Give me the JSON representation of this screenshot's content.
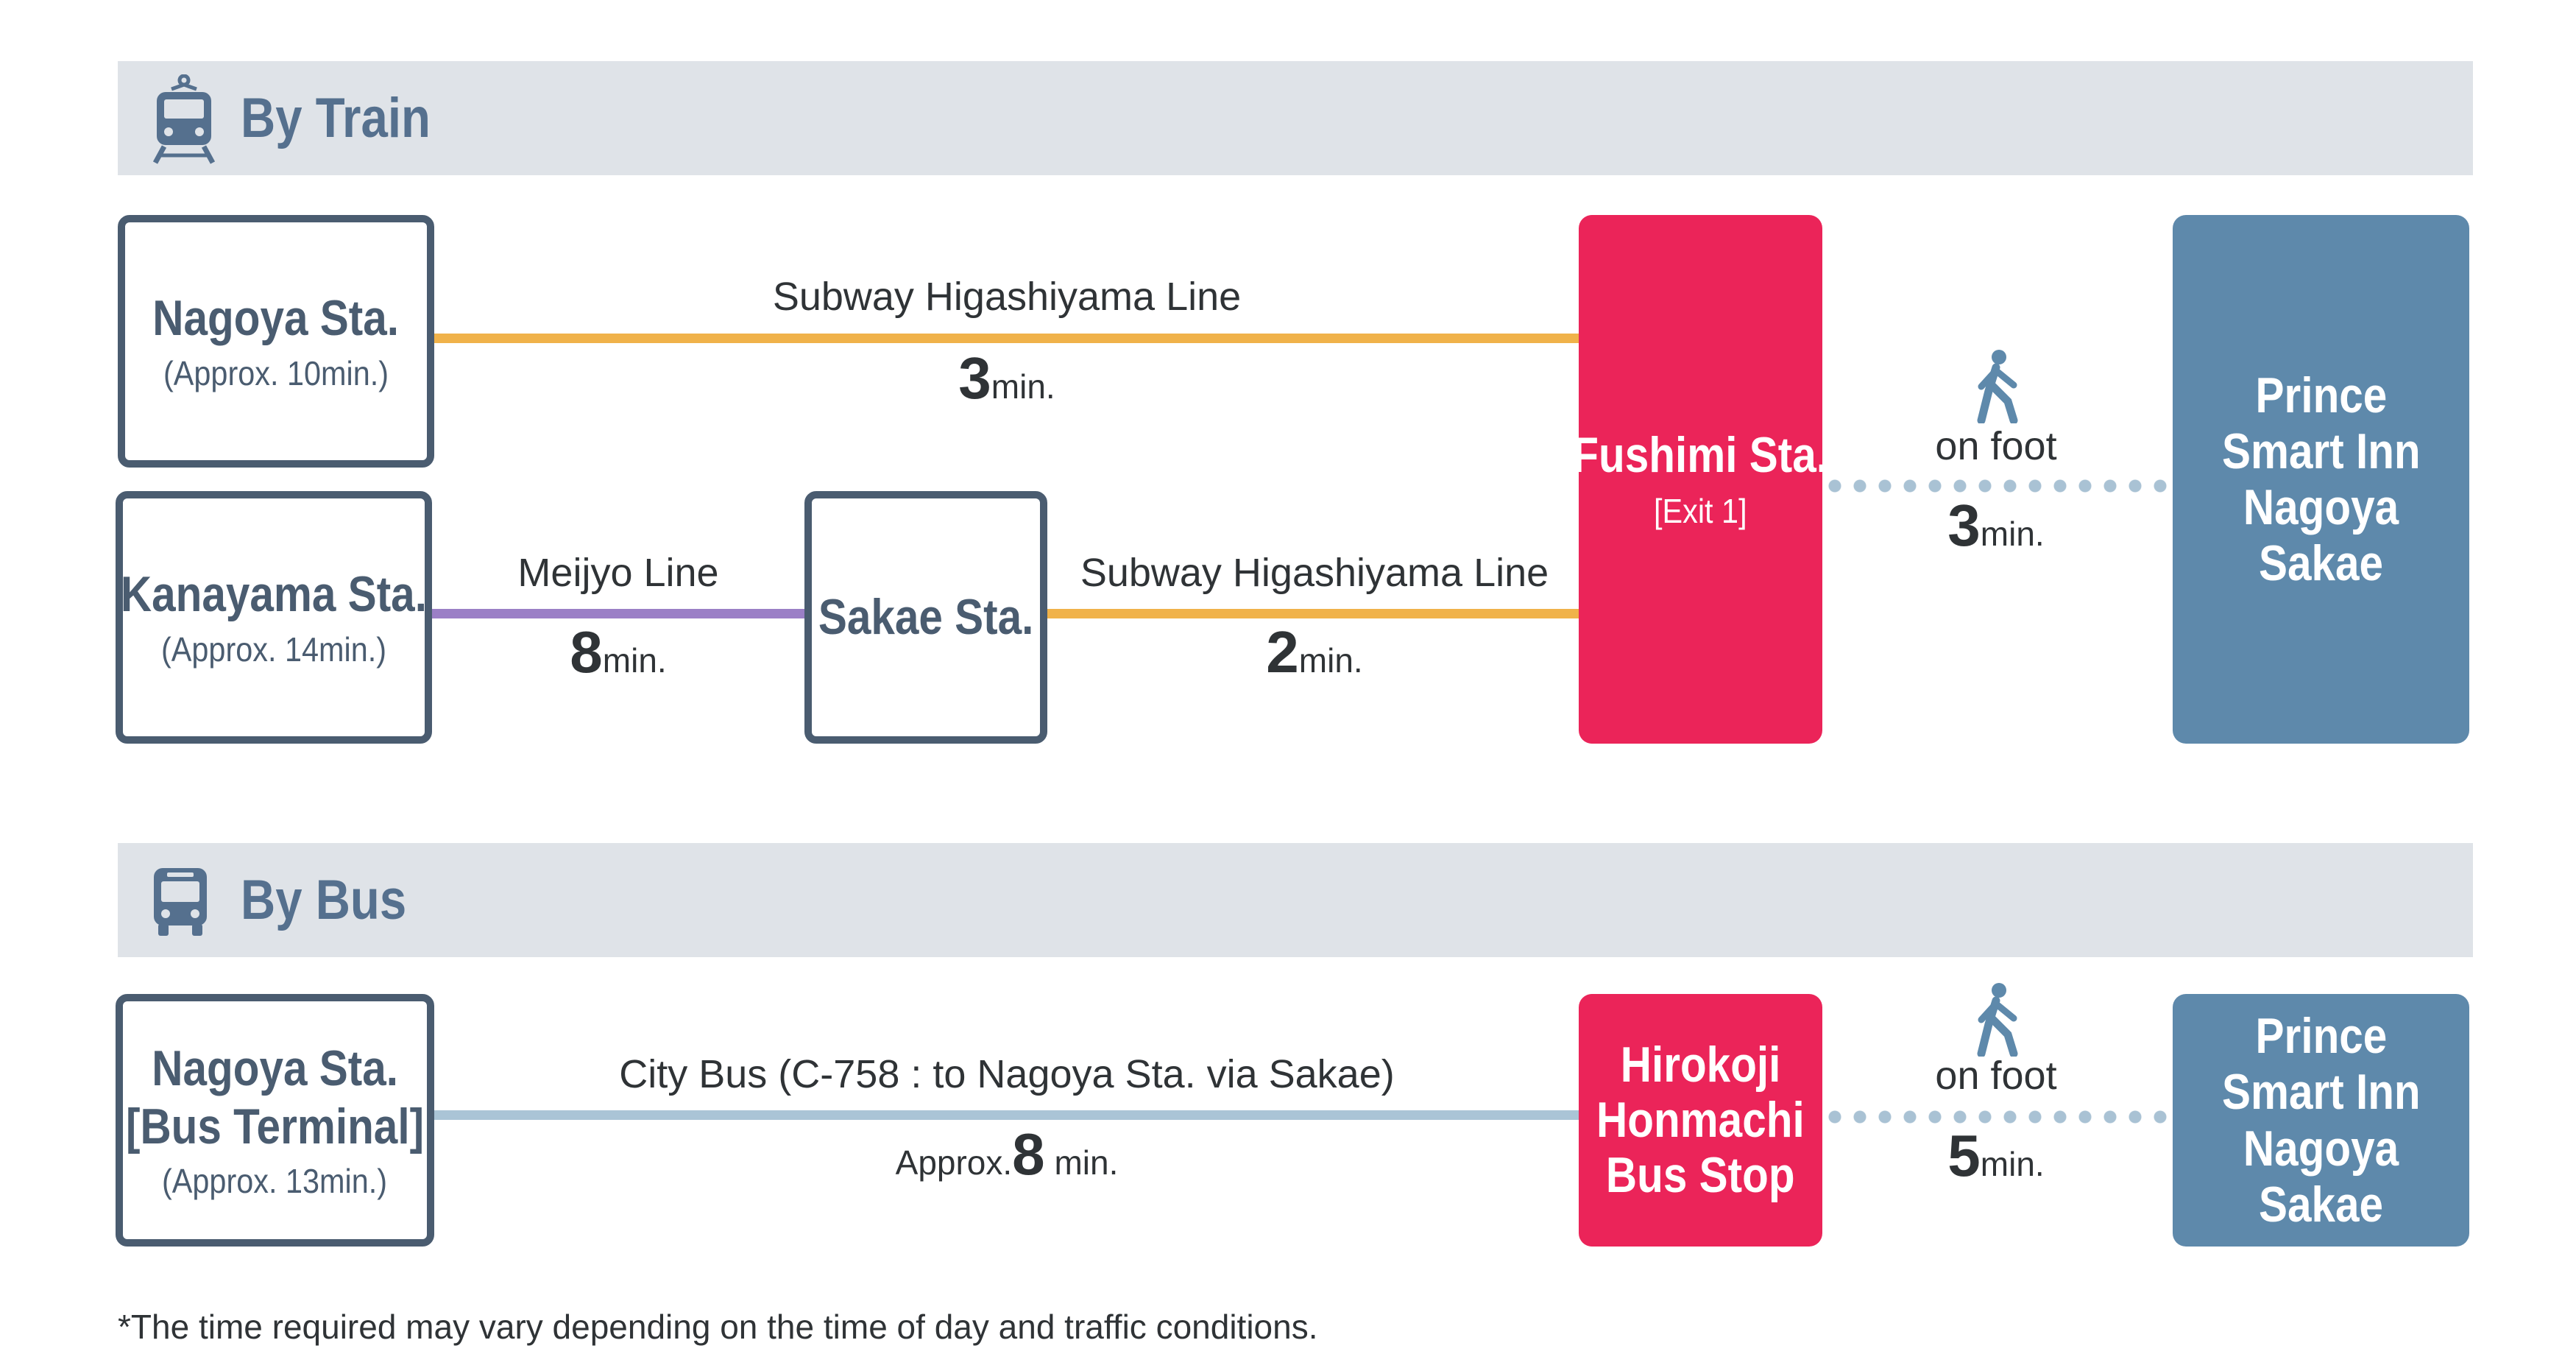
{
  "colors": {
    "section_bg": "#dfe3e8",
    "section_text": "#55708e",
    "box_border": "#4a5c70",
    "station_red": "#eb2459",
    "hotel_blue": "#5e89ab",
    "higashiyama_line": "#f0b24a",
    "meijyo_line": "#9b7fc6",
    "bus_line": "#aac4d6",
    "walk_dots": "#a9c2d4"
  },
  "train": {
    "title": "By Train",
    "icon": "train-icon",
    "nagoya": {
      "name": "Nagoya Sta.",
      "sub": "(Approx. 10min.)"
    },
    "kanayama": {
      "name": "Kanayama Sta.",
      "sub": "(Approx. 14min.)"
    },
    "sakae": {
      "name": "Sakae Sta."
    },
    "fushimi": {
      "name": "Fushimi Sta.",
      "sub": "[Exit 1]"
    },
    "hotel": {
      "line1": "Prince",
      "line2": "Smart Inn",
      "line3": "Nagoya Sakae"
    },
    "route_nagoya": {
      "line": "Subway Higashiyama Line",
      "num": "3",
      "unit": "min."
    },
    "route_kanayama": {
      "line": "Meijyo Line",
      "num": "8",
      "unit": "min."
    },
    "route_sakae": {
      "line": "Subway Higashiyama Line",
      "num": "2",
      "unit": "min."
    },
    "walk": {
      "label": "on foot",
      "num": "3",
      "unit": "min.",
      "icon": "walking-person-icon"
    }
  },
  "bus": {
    "title": "By Bus",
    "icon": "bus-icon",
    "nagoya": {
      "name": "Nagoya Sta.",
      "name2": "[Bus Terminal]",
      "sub": "(Approx. 13min.)"
    },
    "stop": {
      "line1": "Hirokoji",
      "line2": "Honmachi",
      "line3": "Bus Stop"
    },
    "hotel": {
      "line1": "Prince",
      "line2": "Smart Inn",
      "line3": "Nagoya Sakae"
    },
    "route": {
      "line": "City Bus (C-758 : to Nagoya Sta. via Sakae)",
      "pre": "Approx.",
      "num": "8",
      "unit": " min."
    },
    "walk": {
      "label": "on foot",
      "num": "5",
      "unit": "min.",
      "icon": "walking-person-icon"
    }
  },
  "footnote": "*The time required may vary depending on the time of day and traffic conditions."
}
